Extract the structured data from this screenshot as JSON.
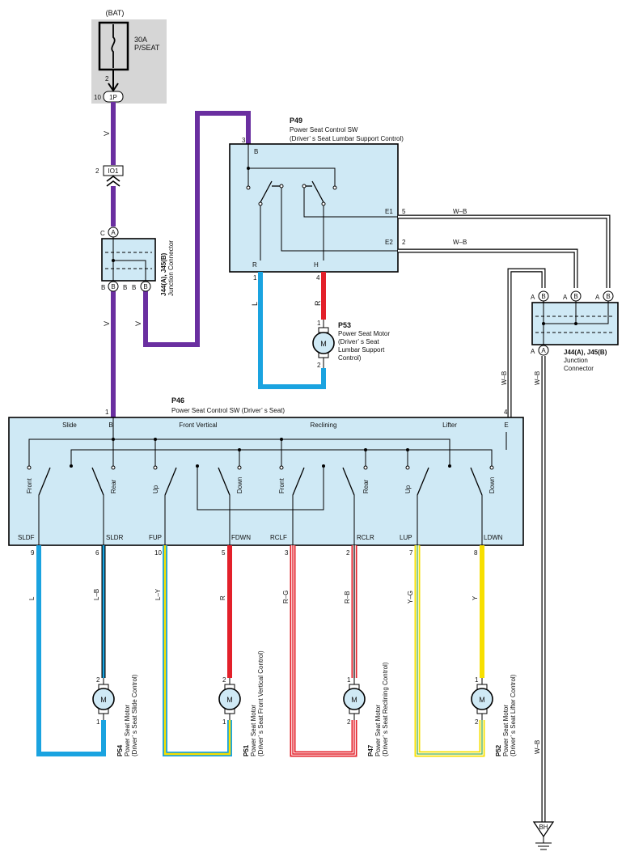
{
  "battery": {
    "source": "(BAT)",
    "fuse": "30A\nP/SEAT",
    "fuse_line1": "30A",
    "fuse_line2": "P/SEAT",
    "pin_2": "2",
    "pin_10": "10",
    "connector": "1P"
  },
  "io1": {
    "pin": "2",
    "label": "IO1"
  },
  "jc_left": {
    "label": "J44(A), J45(B)",
    "sub": "Junction Connector",
    "c_pin": "C",
    "c_letter": "A",
    "b_pins": [
      "B",
      "B",
      "B"
    ],
    "b_letters": [
      "B",
      "B"
    ]
  },
  "jc_right": {
    "label": "J44(A), J45(B)",
    "sub1": "Junction",
    "sub2": "Connector",
    "top_pins": [
      "A",
      "A",
      "A"
    ],
    "top_letters": [
      "B",
      "B",
      "B"
    ],
    "bottom_pin": "A",
    "bottom_letter": "A"
  },
  "p49": {
    "id": "P49",
    "name": "Power Seat Control SW",
    "desc": "(Driver’ s Seat Lumbar Support Control)",
    "pin_3": "3",
    "b": "B",
    "e1": "E1",
    "e2": "E2",
    "r": "R",
    "h": "H",
    "pin_e1": "5",
    "pin_e2": "2",
    "pin_r": "1",
    "pin_h": "4"
  },
  "p53": {
    "id": "P53",
    "name": "Power Seat Motor",
    "desc1": "(Driver’ s Seat",
    "desc2": "Lumbar Support",
    "desc3": "Control)",
    "pin1": "1",
    "pin2": "2",
    "m": "M"
  },
  "p46": {
    "id": "P46",
    "name": "Power Seat Control SW (Driver’ s Seat)",
    "pin_b": "1",
    "b": "B",
    "pin_e": "4",
    "e": "E",
    "sections": [
      "Slide",
      "Front Vertical",
      "Reclining",
      "Lifter"
    ],
    "contacts": [
      "Front",
      "Rear",
      "Up",
      "Down",
      "Front",
      "Rear",
      "Up",
      "Down"
    ],
    "terminals": [
      "SLDF",
      "SLDR",
      "FUP",
      "FDWN",
      "RCLF",
      "RCLR",
      "LUP",
      "LDWN"
    ],
    "pins": [
      "9",
      "6",
      "10",
      "5",
      "3",
      "2",
      "7",
      "8"
    ]
  },
  "motors": [
    {
      "id": "P54",
      "name": "Power Seat Motor",
      "desc": "(Driver’ s Seat Slide Control)",
      "top": "2",
      "bottom": "1",
      "m": "M"
    },
    {
      "id": "P51",
      "name": "Power Seat Motor",
      "desc": "(Driver’ s Seat Front Vertical Control)",
      "top": "2",
      "bottom": "1",
      "m": "M"
    },
    {
      "id": "P47",
      "name": "Power Seat Motor",
      "desc": "(Driver’ s Seat Reclining Control)",
      "top": "1",
      "bottom": "2",
      "m": "M"
    },
    {
      "id": "P52",
      "name": "Power Seat Motor",
      "desc": "(Driver’ s Seat Lifter Control)",
      "top": "1",
      "bottom": "2",
      "m": "M"
    }
  ],
  "wires": {
    "v": "V",
    "wb": "W–B",
    "l": "L",
    "r": "R",
    "lb": "L–B",
    "ly": "L–Y",
    "rg": "R–G",
    "rb": "R–B",
    "yg": "Y–G",
    "y": "Y"
  },
  "ground": "BH",
  "colors": {
    "violet": "#6a2fa0",
    "blue": "#1aa3e0",
    "red": "#e3202a",
    "yellow": "#f7df00",
    "green": "#4caf50",
    "box": "#cfe9f5",
    "gray": "#d6d6d6"
  }
}
